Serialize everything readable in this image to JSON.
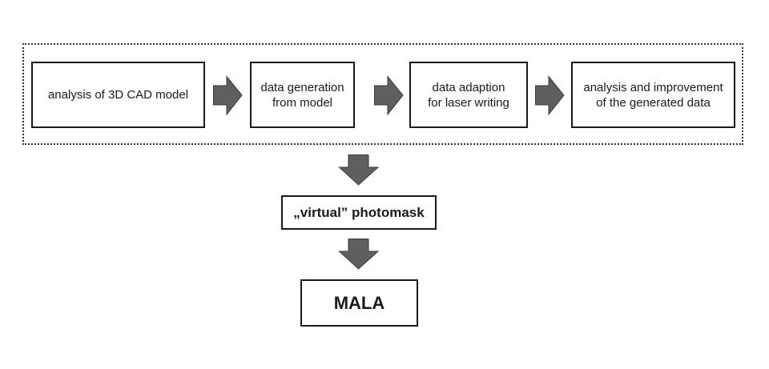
{
  "diagram": {
    "group_frame_label": "",
    "process_steps": [
      {
        "label": "analysis of 3D CAD model"
      },
      {
        "label": "data generation\nfrom model"
      },
      {
        "label": "data adaption\nfor laser writing"
      },
      {
        "label": "analysis and improvement\nof the generated data"
      }
    ],
    "intermediate": {
      "label": "„virtual” photomask"
    },
    "final": {
      "label": "MALA"
    },
    "colors": {
      "arrow_fill": "#5f5f5f",
      "arrow_stroke": "#3a3a3a",
      "box_border": "#1a1a1a"
    }
  }
}
